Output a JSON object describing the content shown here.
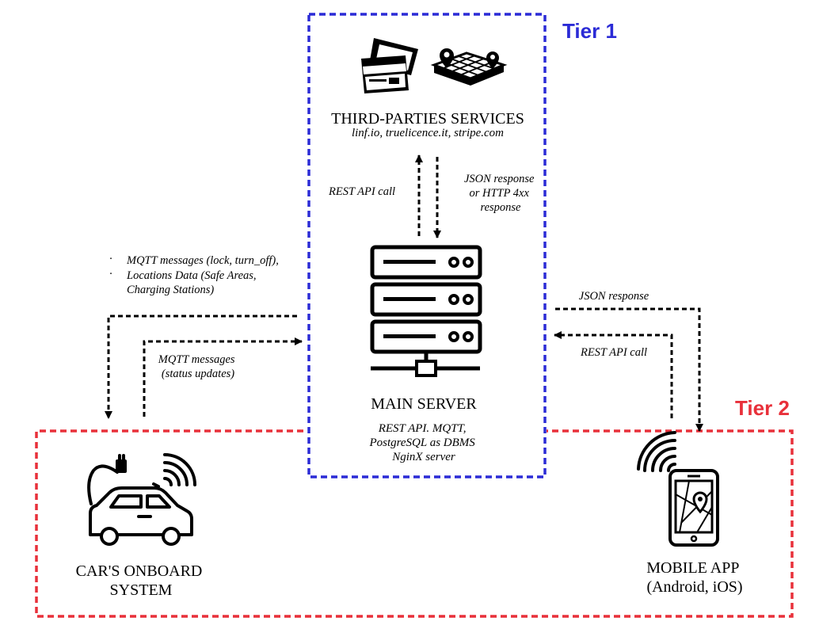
{
  "tiers": {
    "tier1": {
      "label": "Tier 1",
      "color": "#2b2bd6"
    },
    "tier2": {
      "label": "Tier 2",
      "color": "#e8303a"
    }
  },
  "nodes": {
    "third_parties": {
      "title": "THIRD-PARTIES SERVICES",
      "subtitle": "linf.io, truelicence.it, stripe.com"
    },
    "main_server": {
      "title": "MAIN SERVER",
      "details": [
        "REST API. MQTT,",
        "PostgreSQL as DBMS",
        "NginX server"
      ]
    },
    "car": {
      "title_lines": [
        "CAR'S ONBOARD",
        "SYSTEM"
      ]
    },
    "mobile": {
      "title_lines": [
        "MOBILE APP",
        "(Android, iOS)"
      ]
    }
  },
  "edges": {
    "rest_call_up": {
      "label": "REST API call"
    },
    "json_response_down": {
      "label_lines": [
        "JSON response",
        "or HTTP 4xx",
        "response"
      ]
    },
    "server_to_car": {
      "bullet": "·",
      "label_lines": [
        "MQTT messages (lock, turn_off),",
        "Locations Data (Safe Areas,",
        "Charging Stations)"
      ]
    },
    "car_to_server": {
      "label_lines": [
        "MQTT messages",
        "(status updates)"
      ]
    },
    "server_to_mobile": {
      "label": "JSON response"
    },
    "mobile_to_server": {
      "label": "REST API call"
    }
  }
}
